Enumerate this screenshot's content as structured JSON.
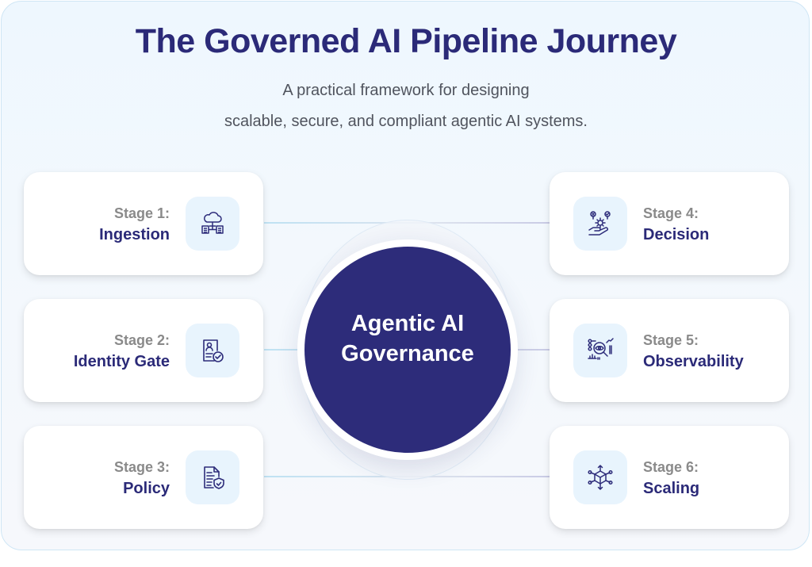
{
  "header": {
    "title": "The Governed AI Pipeline Journey",
    "subtitle_line1": "A practical framework for designing",
    "subtitle_line2": "scalable, secure, and compliant agentic AI systems."
  },
  "hub": {
    "line1": "Agentic AI",
    "line2": "Governance"
  },
  "colors": {
    "primary": "#2d2c7a",
    "stage_label": "#8a8a8a",
    "icon_bg": "#e8f4fd",
    "frame_border": "#cfe6f5"
  },
  "stages": [
    {
      "number": "Stage 1:",
      "name": "Ingestion",
      "icon": "cloud-data-transfer-icon",
      "side": "left"
    },
    {
      "number": "Stage 2:",
      "name": "Identity Gate",
      "icon": "identity-verified-icon",
      "side": "left"
    },
    {
      "number": "Stage 3:",
      "name": "Policy",
      "icon": "policy-document-shield-icon",
      "side": "left"
    },
    {
      "number": "Stage 4:",
      "name": "Decision",
      "icon": "hand-gear-decision-icon",
      "side": "right"
    },
    {
      "number": "Stage 5:",
      "name": "Observability",
      "icon": "analytics-eye-magnifier-icon",
      "side": "right"
    },
    {
      "number": "Stage 6:",
      "name": "Scaling",
      "icon": "cube-expand-icon",
      "side": "right"
    }
  ]
}
